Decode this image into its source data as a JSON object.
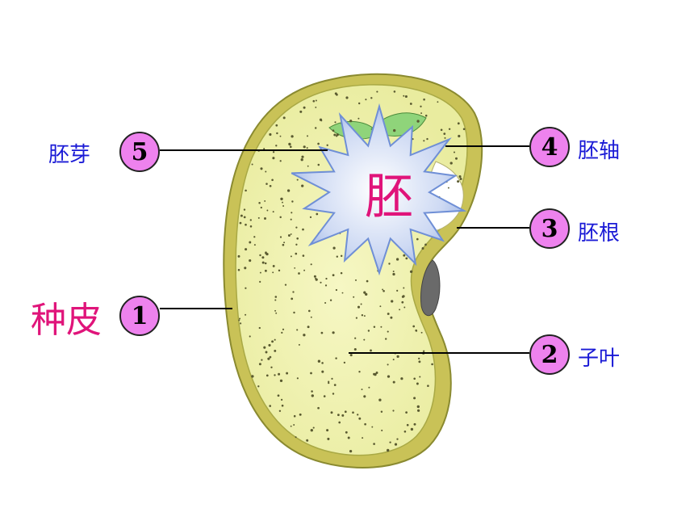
{
  "center_label": "胚",
  "parts": [
    {
      "number": "5",
      "label": "胚芽"
    },
    {
      "number": "4",
      "label": "胚轴"
    },
    {
      "number": "3",
      "label": "胚根"
    },
    {
      "number": "1",
      "label": "种皮"
    },
    {
      "number": "2",
      "label": "子叶"
    }
  ],
  "colors": {
    "number_circle": "#ee82ee",
    "label_blue": "#1a1ad6",
    "label_red": "#e0147a",
    "seed_coat": "#c8c050",
    "cotyledon": "#f2f3b8",
    "plumule": "#8fd47a",
    "starburst": "#b7c9ee"
  }
}
